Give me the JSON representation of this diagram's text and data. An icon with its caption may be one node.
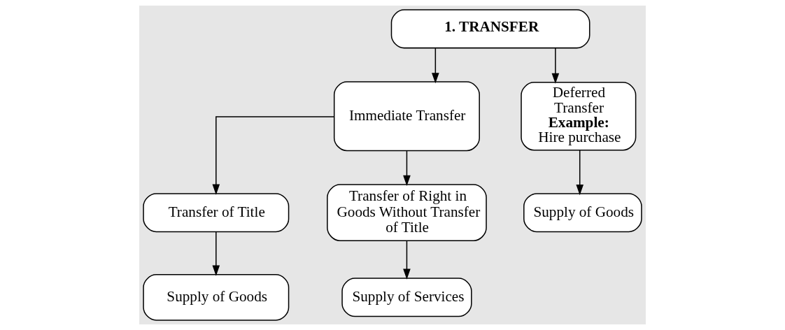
{
  "diagram": {
    "nodes": [
      {
        "text": [
          "1. TRANSFER"
        ]
      },
      {
        "text": [
          "Immediate Transfer"
        ]
      },
      {
        "text": [
          "Deferred Transfer",
          "**Example:** Hire purchase"
        ]
      },
      {
        "text": [
          "Supply of Goods"
        ]
      },
      {
        "text": [
          "Transfer of Title"
        ]
      },
      {
        "text": [
          "Transfer of Right in Goods Without Transfer of Title"
        ]
      },
      {
        "text": [
          "Supply of Goods"
        ]
      },
      {
        "text": [
          "Supply of Services"
        ]
      }
    ],
    "edges": [
      {
        "from": 0,
        "to": 1,
        "arrow": "to"
      },
      {
        "from": 0,
        "to": 2,
        "arrow": "to"
      },
      {
        "from": 1,
        "to": 4,
        "arrow": "to"
      },
      {
        "from": 1,
        "to": 5,
        "arrow": "to"
      },
      {
        "from": 2,
        "to": 3,
        "arrow": "to"
      },
      {
        "from": 4,
        "to": 6,
        "arrow": "to"
      },
      {
        "from": 5,
        "to": 7,
        "arrow": "to"
      }
    ]
  }
}
